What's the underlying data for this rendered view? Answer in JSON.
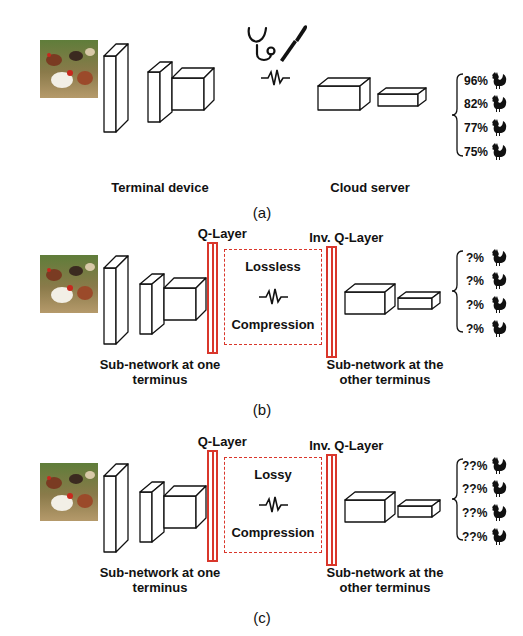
{
  "diagram": {
    "nodes": [
      {
        "text": [
          "Q-Layer"
        ]
      },
      {
        "text": [
          "Lossless",
          "Compression"
        ]
      },
      {
        "text": [
          "Inv. Q-Layer"
        ]
      },
      {
        "text": [
          "Q-Layer"
        ]
      },
      {
        "text": [
          "Lossy",
          "Compression"
        ]
      },
      {
        "text": [
          "Inv. Q-Layer"
        ]
      }
    ],
    "labels": [
      "96%",
      "82%",
      "77%",
      "75%",
      "Terminal device",
      "Cloud server",
      "(a)",
      "?%",
      "?%",
      "?%",
      "?%",
      "Sub-network at one terminus",
      "Sub-network at the other terminus",
      "(b)",
      "??%",
      "??%",
      "??%",
      "??%",
      "Sub-network at one terminus",
      "Sub-network at the other terminus",
      "(c)"
    ]
  }
}
